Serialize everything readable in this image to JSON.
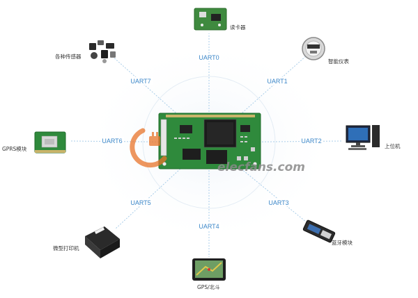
{
  "hub": {
    "name": "embedded-core-board"
  },
  "links": [
    {
      "id": "uart0",
      "label": "UART0"
    },
    {
      "id": "uart1",
      "label": "UART1"
    },
    {
      "id": "uart2",
      "label": "UART2"
    },
    {
      "id": "uart3",
      "label": "UART3"
    },
    {
      "id": "uart4",
      "label": "UART4"
    },
    {
      "id": "uart5",
      "label": "UART5"
    },
    {
      "id": "uart6",
      "label": "UART6"
    },
    {
      "id": "uart7",
      "label": "UART7"
    }
  ],
  "devices": [
    {
      "id": "card-reader",
      "label": "读卡器",
      "icon": "card-reader-icon"
    },
    {
      "id": "smart-meter",
      "label": "智能仪表",
      "icon": "smart-meter-icon"
    },
    {
      "id": "host-pc",
      "label": "上位机",
      "icon": "desktop-pc-icon"
    },
    {
      "id": "bluetooth-module",
      "label": "蓝牙模块",
      "icon": "bluetooth-module-icon"
    },
    {
      "id": "gps-beidou",
      "label": "GPS/北斗",
      "icon": "gps-navigator-icon"
    },
    {
      "id": "micro-printer",
      "label": "微型打印机",
      "icon": "printer-icon"
    },
    {
      "id": "gprs-module",
      "label": "GPRS模块",
      "icon": "gprs-module-icon"
    },
    {
      "id": "sensors",
      "label": "各种传感器",
      "icon": "sensors-icon"
    }
  ],
  "watermark": {
    "text": "elecfans.com",
    "icon": "elecfans-logo-icon"
  },
  "colors": {
    "line": "#a9cde9",
    "uart_label": "#3a86c8",
    "pcb": "#2f8a3c",
    "logo": "#e8742a"
  }
}
